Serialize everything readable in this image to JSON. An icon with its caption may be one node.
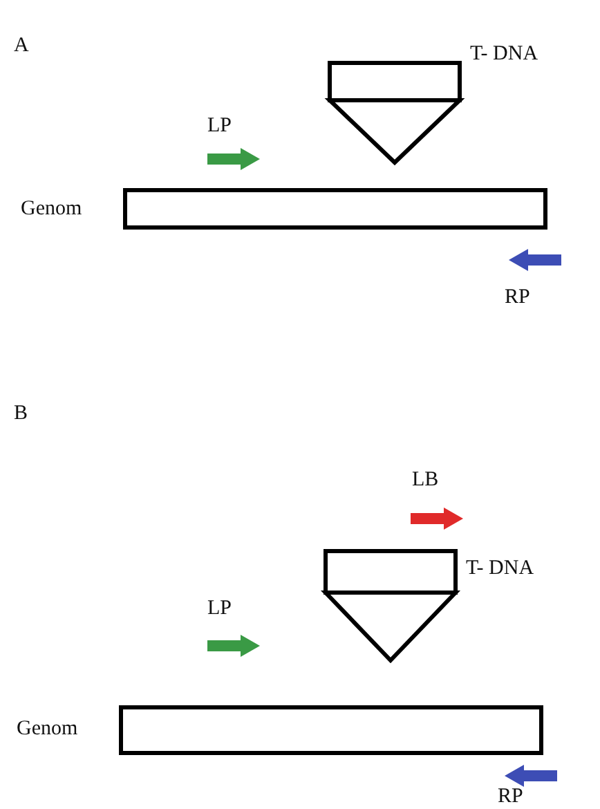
{
  "diagram": {
    "nodes": [
      {
        "text": [
          "T- DNA"
        ]
      },
      {
        "text": [],
        "shape": "bar",
        "beside": [
          "Genom"
        ]
      },
      {
        "text": [
          "T- DNA"
        ]
      },
      {
        "text": [],
        "shape": "bar",
        "beside": [
          "Genom"
        ]
      }
    ],
    "labels": [
      "A",
      "LP",
      "RP",
      "B",
      "LB",
      "LP",
      "RP"
    ]
  }
}
